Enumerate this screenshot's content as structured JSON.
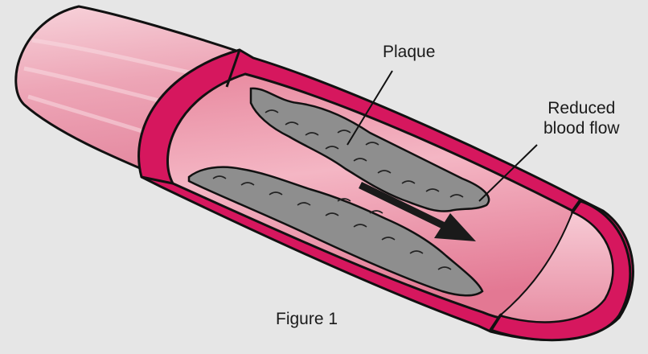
{
  "labels": {
    "plaque": "Plaque",
    "reduced_line1": "Reduced",
    "reduced_line2": "blood flow",
    "figure": "Figure 1"
  },
  "colors": {
    "background": "#e6e6e6",
    "vessel_wall": "#d6175e",
    "vessel_outer": "#f2aebd",
    "lumen_light": "#f4b6c4",
    "lumen_dark": "#e37893",
    "plaque": "#8e8e8e",
    "outline": "#111111",
    "arrow": "#1a1a1a"
  },
  "icons": [
    "flow-direction-arrow"
  ]
}
